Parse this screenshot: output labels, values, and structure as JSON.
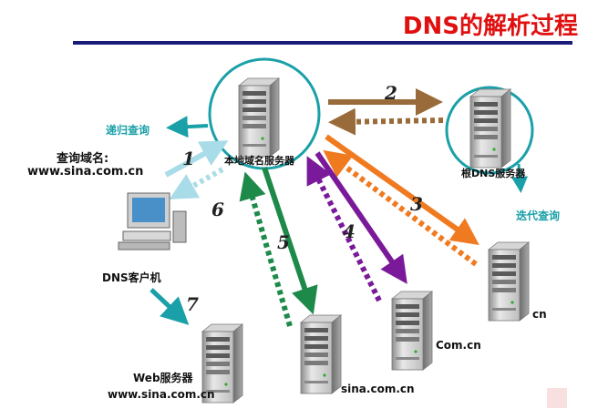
{
  "title": "DNS的解析过程",
  "labels": {
    "recursive_query": "递归查询",
    "iterative_query": "迭代查询",
    "query_domain": "查询域名:",
    "query_domain_value": "www.sina.com.cn",
    "local_dns": "本地域名服务器",
    "root_dns": "根DNS服务器",
    "dns_client": "DNS客户机",
    "web_server": "Web服务器",
    "web_server_domain": "www.sina.com.cn",
    "sina_server": "sina.com.cn",
    "comcn_server": "Com.cn",
    "cn_server": "cn"
  },
  "steps": [
    "1",
    "2",
    "3",
    "4",
    "5",
    "6",
    "7"
  ],
  "colors": {
    "title": "#e01010",
    "rule": "#1a1a7a",
    "circle": "#1aa0a8",
    "step1": "#a8dce8",
    "step2": "#9a6b3a",
    "step3": "#f07a20",
    "step4": "#7a1a9a",
    "step5": "#1e8a4a",
    "step7": "#1aa0a8",
    "teal_label": "#1aa0a8"
  },
  "icons": [
    "server-icon",
    "desktop-computer-icon"
  ]
}
